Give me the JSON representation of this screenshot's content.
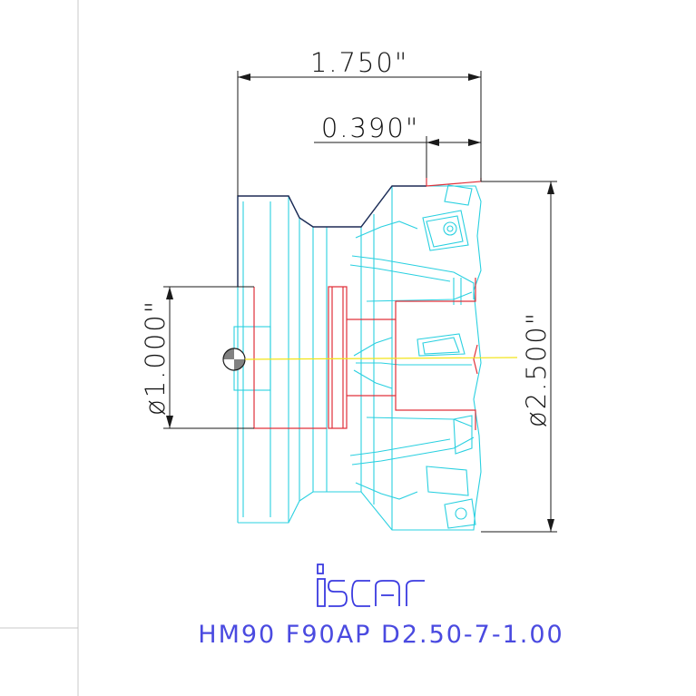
{
  "dimensions": {
    "overall_length": "1.750\"",
    "insert_offset": "0.390\"",
    "bore_diameter": "ø1.000\"",
    "cutting_diameter": "ø2.500\""
  },
  "logo": {
    "text": "iscar"
  },
  "part_number": "HM90 F90AP D2.50-7-1.00",
  "colors": {
    "background": "#ffffff",
    "border": "#c8c8c8",
    "body_outline": "#2ad0e0",
    "bore_outline": "#e0303a",
    "outer_edge": "#1e2a55",
    "dimension_lines": "#1a1a1a",
    "center_line": "#f2e418",
    "label": "#4a4ae0",
    "logo": "#3a3ae0"
  }
}
